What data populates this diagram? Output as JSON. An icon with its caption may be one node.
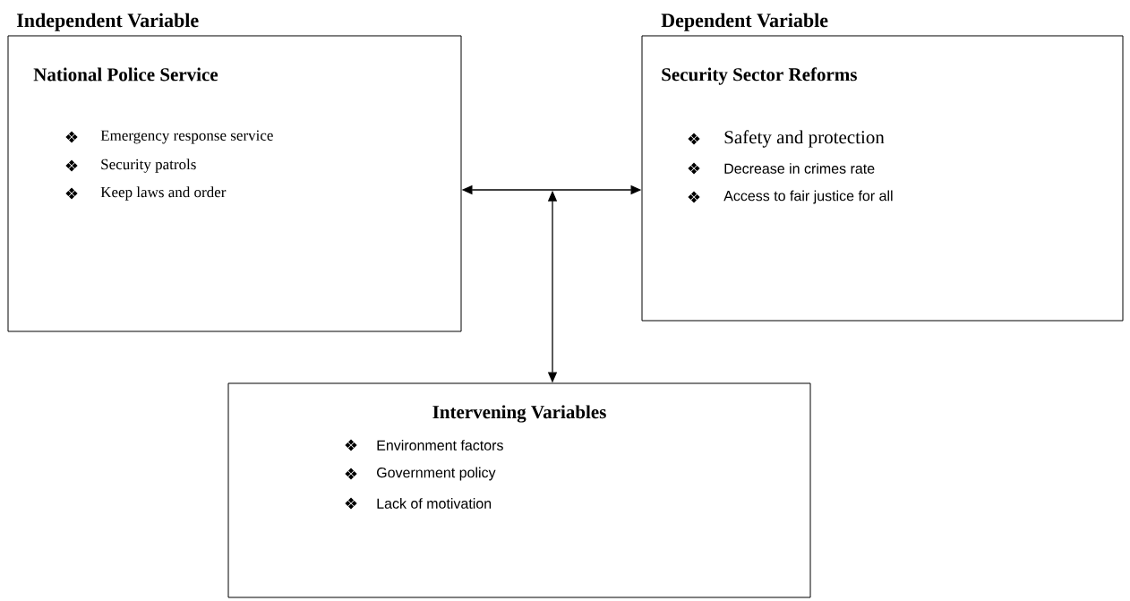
{
  "diagram": {
    "nodes": [
      {
        "text": [
          "Independent Variable",
          "National Police Service",
          "Emergency response service",
          "Security patrols",
          "Keep laws and order"
        ]
      },
      {
        "text": [
          "Dependent Variable",
          "Security Sector Reforms",
          "Safety and protection",
          "Decrease in crimes rate",
          "Access to fair justice for all"
        ]
      },
      {
        "text": [
          "Intervening Variables",
          "Environment factors",
          "Government policy",
          "Lack of motivation"
        ]
      }
    ],
    "edges": [
      {
        "from": 0,
        "to": 1,
        "arrow": "both"
      },
      {
        "from": null,
        "to": 2,
        "arrow": "both"
      }
    ]
  }
}
